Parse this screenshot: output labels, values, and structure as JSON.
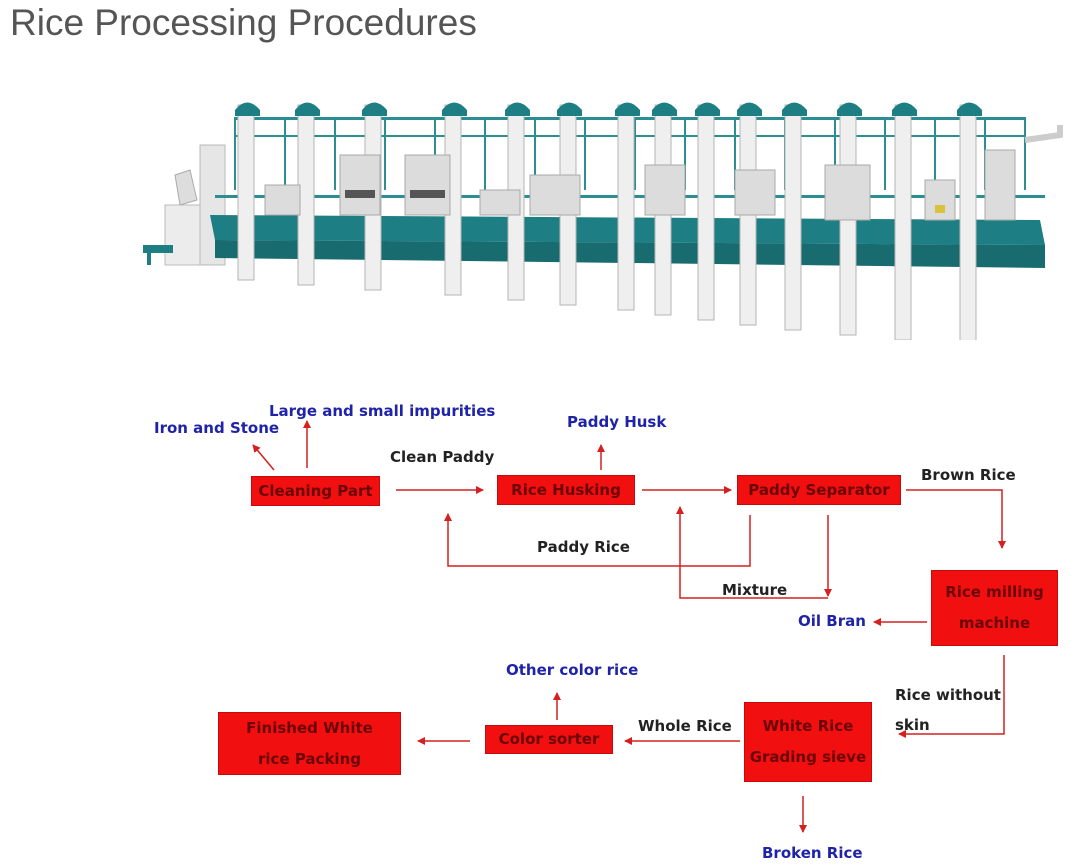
{
  "title": "Rice Processing Procedures",
  "colors": {
    "box_fill": "#f20f0f",
    "box_text": "#6b0505",
    "arrow": "#d42020",
    "byproduct_text": "#1e23a8",
    "flow_text": "#222222",
    "machine_frame": "#1d7f83"
  },
  "diagram": {
    "boxes": {
      "cleaning": "Cleaning Part",
      "husking": "Rice Husking",
      "separator": "Paddy Separator",
      "milling_line1": "Rice milling",
      "milling_line2": "machine",
      "grading_line1": "White Rice",
      "grading_line2": "Grading sieve",
      "sorter": "Color sorter",
      "packing_line1": "Finished White",
      "packing_line2": "rice Packing"
    },
    "byproducts": {
      "iron_stone": "Iron and Stone",
      "impurities": "Large and small impurities",
      "paddy_husk": "Paddy Husk",
      "oil_bran": "Oil Bran",
      "other_color": "Other color rice",
      "broken_rice": "Broken Rice"
    },
    "flows": {
      "clean_paddy": "Clean Paddy",
      "brown_rice": "Brown Rice",
      "paddy_rice": "Paddy Rice",
      "mixture": "Mixture",
      "rice_without_line1": "Rice without",
      "rice_without_line2": "skin",
      "whole_rice": "Whole Rice"
    }
  }
}
